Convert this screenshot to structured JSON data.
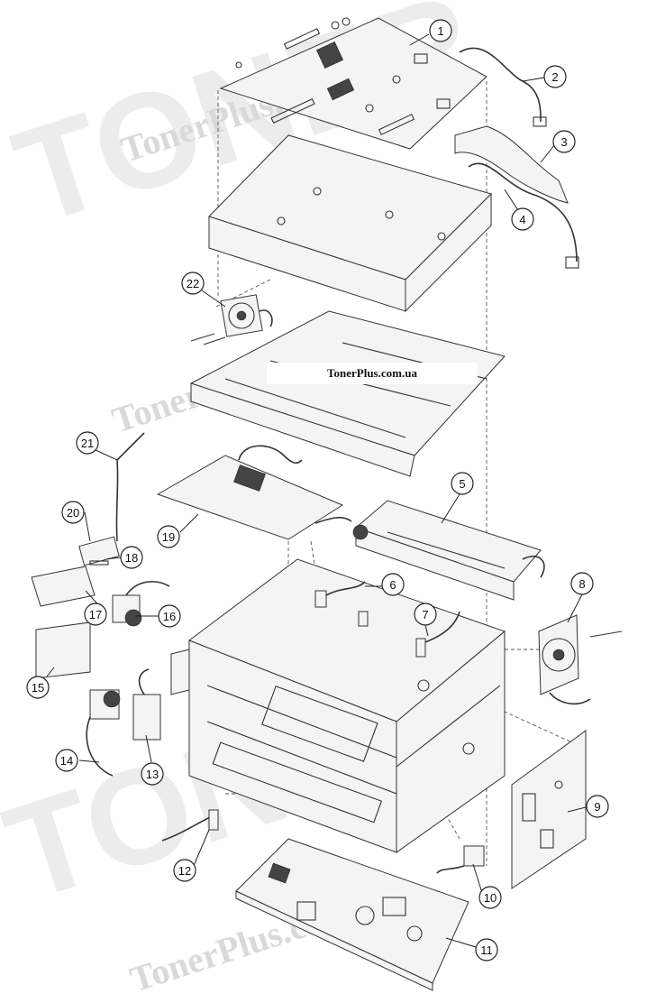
{
  "watermark": {
    "brand": "TonerPlus.com.ua",
    "big_word": "TONER"
  },
  "site_label": "TonerPlus.com.ua",
  "callouts": [
    "1",
    "2",
    "3",
    "4",
    "5",
    "6",
    "7",
    "8",
    "9",
    "10",
    "11",
    "12",
    "13",
    "14",
    "15",
    "16",
    "17",
    "18",
    "19",
    "20",
    "21",
    "22"
  ],
  "colors": {
    "stroke": "#333333",
    "watermark": "#d9d9d9",
    "background": "#ffffff"
  }
}
